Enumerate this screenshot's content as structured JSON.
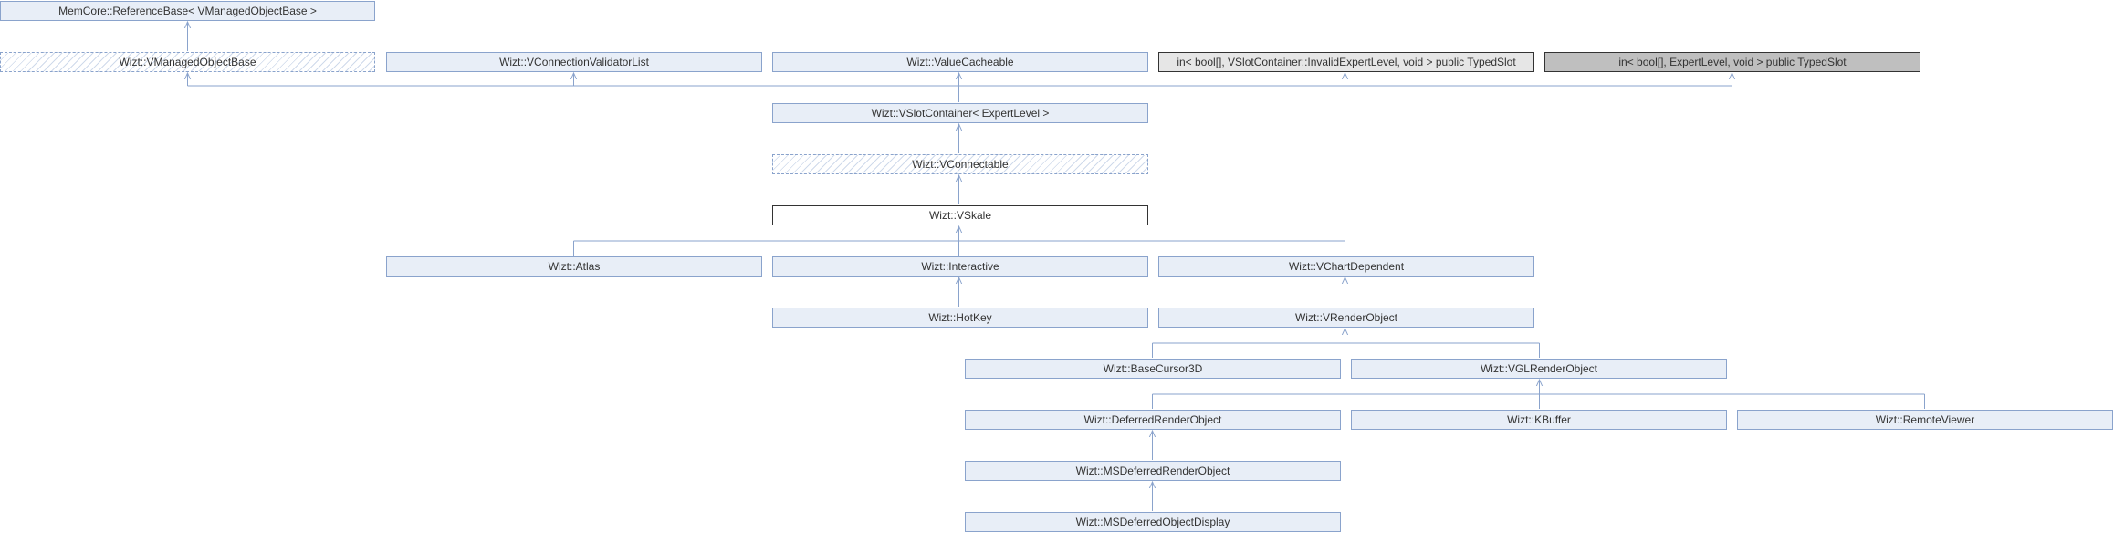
{
  "diagram": {
    "nodes": {
      "reference_base": "MemCore::ReferenceBase< VManagedObjectBase >",
      "vmanaged_object_base": "Wizt::VManagedObjectBase",
      "vconnection_validator_list": "Wizt::VConnectionValidatorList",
      "value_cacheable": "Wizt::ValueCacheable",
      "typedslot_invalid_expert_level": "in< bool[], VSlotContainer::InvalidExpertLevel, void > public TypedSlot",
      "typedslot_expert_level": "in< bool[], ExpertLevel, void > public TypedSlot",
      "vslot_container": "Wizt::VSlotContainer< ExpertLevel >",
      "vconnectable": "Wizt::VConnectable",
      "vskale": "Wizt::VSkale",
      "atlas": "Wizt::Atlas",
      "interactive": "Wizt::Interactive",
      "vchart_dependent": "Wizt::VChartDependent",
      "hotkey": "Wizt::HotKey",
      "vrender_object": "Wizt::VRenderObject",
      "base_cursor_3d": "Wizt::BaseCursor3D",
      "vgl_render_object": "Wizt::VGLRenderObject",
      "deferred_render_object": "Wizt::DeferredRenderObject",
      "kbuffer": "Wizt::KBuffer",
      "remote_viewer": "Wizt::RemoteViewer",
      "ms_deferred_render_object": "Wizt::MSDeferredRenderObject",
      "ms_deferred_object_display": "Wizt::MSDeferredObjectDisplay"
    },
    "colors": {
      "node_fill": "#e8eef7",
      "node_border": "#8aa3cc",
      "edge": "#8aa3cc",
      "current_border": "#333333",
      "template_fill": "#e6e6e6",
      "template_dark_fill": "#bfbfbf"
    }
  }
}
